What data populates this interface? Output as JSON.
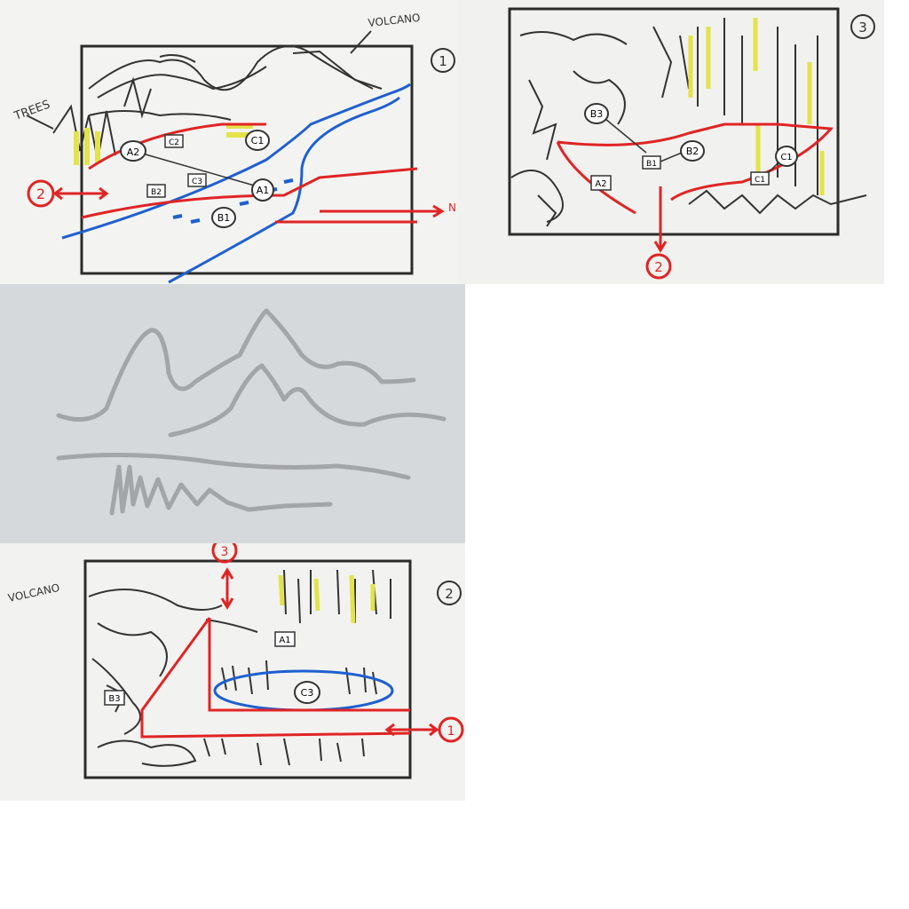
{
  "panels": {
    "sketch_1": {
      "number": "1",
      "labels": {
        "trees": "TREES",
        "volcano": "VOLCANO",
        "north": "N",
        "link_2": "2",
        "a1": "A1",
        "a2": "A2",
        "b1": "B1",
        "b2": "B2",
        "c1": "C1",
        "c2": "C2",
        "c3": "C3"
      }
    },
    "sketch_3": {
      "number": "3",
      "labels": {
        "link_2": "2",
        "a2": "A2",
        "b1": "B1",
        "b2": "B2",
        "b3": "B3",
        "c1_circle": "C1",
        "c1_box": "C1"
      }
    },
    "sketch_2": {
      "number": "2",
      "labels": {
        "volcano": "VOLCANO",
        "link_3": "3",
        "link_1": "1",
        "a1": "A1",
        "b3": "B3",
        "c3": "C3"
      }
    }
  },
  "colors": {
    "ink": "#2b2b2b",
    "red": "#e02424",
    "blue": "#1f5fd1",
    "yellow": "#e3e34a",
    "grey_panel": "#d6d9db",
    "grey_stroke": "#a3a6a8"
  }
}
